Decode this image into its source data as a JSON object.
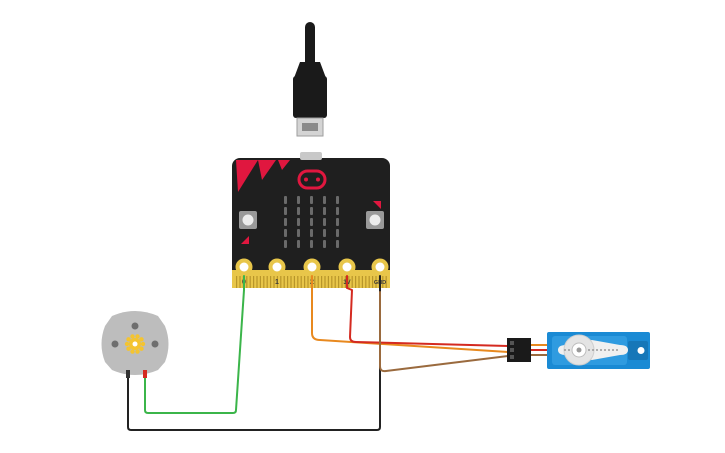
{
  "board": {
    "pins": [
      {
        "label": "0"
      },
      {
        "label": "1"
      },
      {
        "label": "2"
      },
      {
        "label": "3V"
      },
      {
        "label": "GND"
      }
    ]
  },
  "colors": {
    "board_body": "#1f1f1f",
    "board_accent": "#e0173f",
    "pin_gold": "#e8c64a",
    "wire_green": "#3bb54a",
    "wire_black": "#222222",
    "wire_orange": "#e8891f",
    "wire_red": "#d42a20",
    "wire_brown": "#9a6a3e",
    "servo_blue": "#1a8ad4",
    "motor_gray": "#bdbdbd",
    "cable_black": "#1a1a1a"
  },
  "icons": [
    "usb-cable-icon",
    "microbit-board-icon",
    "dc-motor-icon",
    "servo-motor-icon"
  ]
}
